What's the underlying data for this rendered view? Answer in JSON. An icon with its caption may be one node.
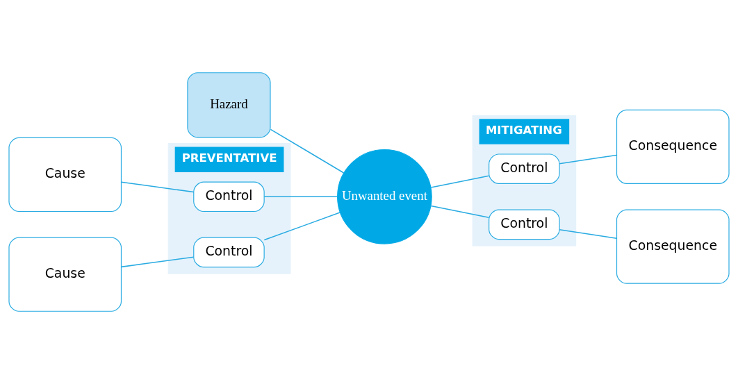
{
  "diagram": {
    "nodes": [
      {
        "text": [
          "PREVENTATIVE"
        ]
      },
      {
        "text": [
          "Hazard"
        ]
      },
      {
        "text": [
          "MITIGATING"
        ]
      },
      {
        "text": [
          "Cause"
        ]
      },
      {
        "text": [
          "Control"
        ],
        "in": 0
      },
      {
        "text": [
          "Unwanted event"
        ]
      },
      {
        "text": [
          "Consequence"
        ]
      },
      {
        "text": [
          "Control"
        ],
        "in": 2
      },
      {
        "text": [
          "Cause"
        ]
      },
      {
        "text": [
          "Control"
        ],
        "in": 0
      },
      {
        "text": [
          "Consequence"
        ]
      },
      {
        "text": [
          "Control"
        ],
        "in": 2
      }
    ],
    "edges": [
      {
        "from": 3,
        "to": 4,
        "arrow": "none"
      },
      {
        "from": 4,
        "to": 5,
        "arrow": "none"
      },
      {
        "from": 1,
        "to": 5,
        "arrow": "none"
      },
      {
        "from": 5,
        "to": 7,
        "arrow": "none"
      },
      {
        "from": 7,
        "to": 6,
        "arrow": "none"
      },
      {
        "from": 8,
        "to": 9,
        "arrow": "none"
      },
      {
        "from": 9,
        "to": 5,
        "arrow": "none"
      },
      {
        "from": 5,
        "to": 11,
        "arrow": "none"
      },
      {
        "from": 11,
        "to": 10,
        "arrow": "none"
      }
    ]
  }
}
